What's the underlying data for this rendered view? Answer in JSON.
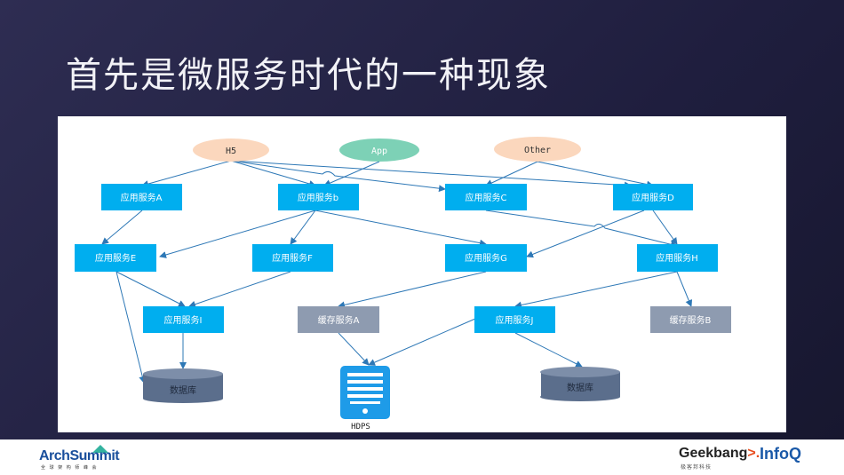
{
  "slide": {
    "title": "首先是微服务时代的一种现象"
  },
  "diagram": {
    "nodes": {
      "h5": "H5",
      "app": "App",
      "other": "Other",
      "svc_a": "应用服务A",
      "svc_b": "应用服务b",
      "svc_c": "应用服务C",
      "svc_d": "应用服务D",
      "svc_e": "应用服务E",
      "svc_f": "应用服务F",
      "svc_g": "应用服务G",
      "svc_h": "应用服务H",
      "svc_i": "应用服务I",
      "cache_a": "缓存服务A",
      "svc_j": "应用服务J",
      "cache_b": "缓存服务B",
      "db_left": "数据库",
      "db_right": "数据库",
      "hdfs": "HDPS"
    },
    "colors": {
      "service": "#00aeef",
      "cache": "#8e9bb0",
      "client_orange": "#fbd7bd",
      "client_green": "#7dd1b6",
      "database": "#5b6e8c",
      "server": "#1e9be8",
      "edge": "#2e78b6"
    }
  },
  "footer": {
    "arch_name": "ArchSummit",
    "arch_sub": "全 球 架 构 师 峰 会",
    "geek_name": "Geekbang",
    "geek_sub": "极客邦科技",
    "infoq_name": "InfoQ"
  }
}
